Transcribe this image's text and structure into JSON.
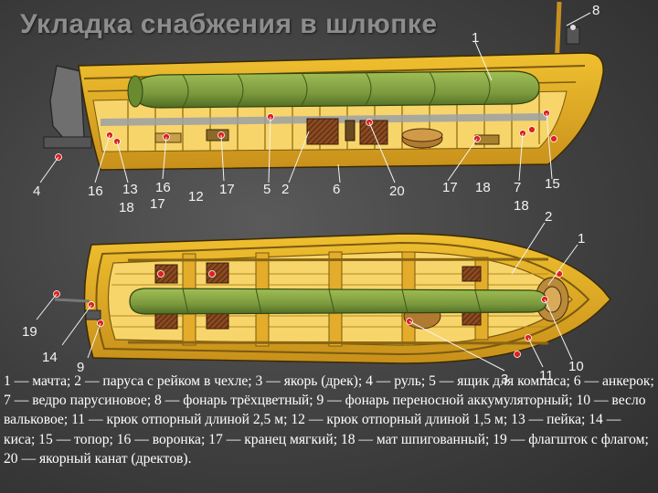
{
  "title": "Укладка снабжения в шлюпке",
  "caption": "1 — мачта; 2 — паруса с рейком в чехле; 3 — якорь (дрек); 4 — руль; 5 — ящик для компаса; 6 — анкерок; 7 — ведро парусиновое; 8 — фонарь трёхцветный; 9 — фонарь переносной аккумуляторный; 10 — весло вальковое; 11 — крюк отпорный длиной 2,5 м; 12 — крюк отпорный длиной 1,5 м; 13 — пейка; 14 — киса; 15 — топор; 16 — воронка; 17 — кранец мягкий; 18 — мат шпигованный; 19 — флагшток с флагом; 20 — якорный канат (дректов).",
  "labels": {
    "side": [
      "1",
      "8",
      "4",
      "16",
      "13",
      "18",
      "16",
      "17",
      "12",
      "17",
      "5",
      "2",
      "6",
      "20",
      "17",
      "18",
      "7",
      "15",
      "18"
    ],
    "top": [
      "2",
      "1",
      "19",
      "14",
      "9",
      "10",
      "3",
      "11"
    ]
  },
  "colors": {
    "hull": "#e8b01e",
    "hull_dark": "#b8860b",
    "interior": "#f2c642",
    "canvas": "#7c9a3e",
    "canvas_dark": "#4f6b23",
    "crate": "#8a4a22",
    "accent_red": "#e02020"
  }
}
